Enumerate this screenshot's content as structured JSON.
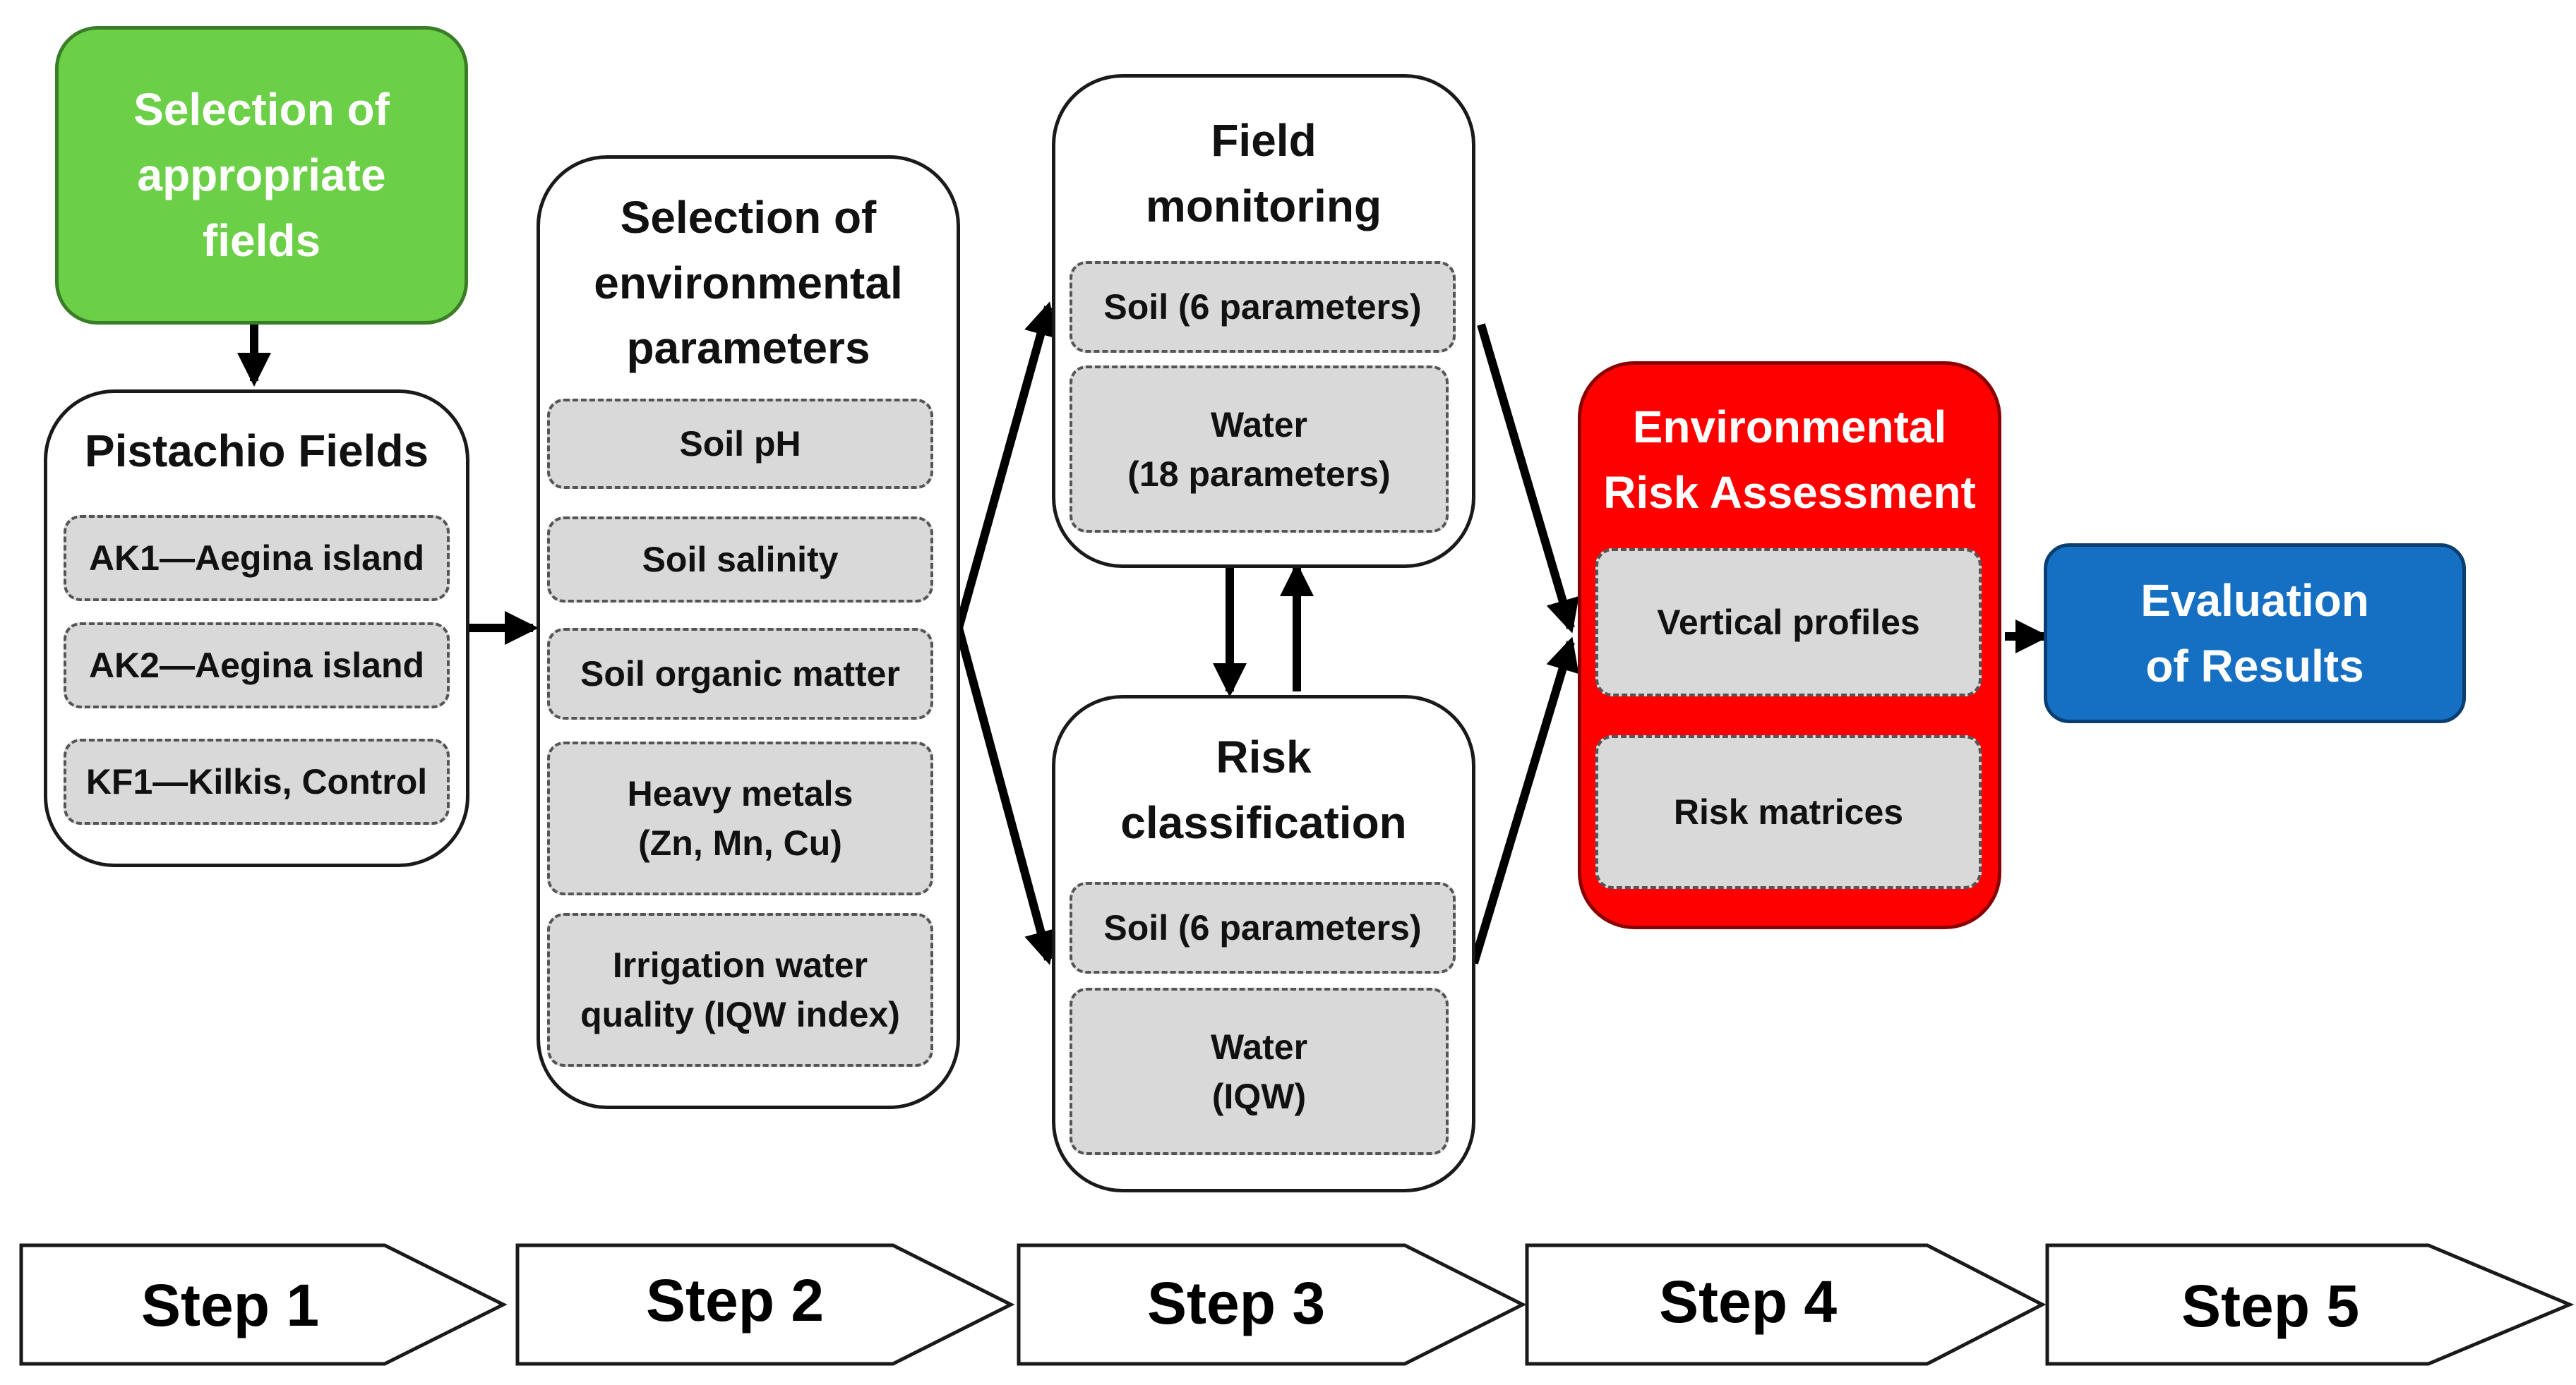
{
  "colors": {
    "green": "#6ccf48",
    "red": "#ff0000",
    "blue": "#1570c4",
    "sub_fill": "#d9d9d9"
  },
  "selection_box": {
    "title": "Selection of\nappropriate\nfields"
  },
  "pistachio_box": {
    "title": "Pistachio Fields",
    "items": [
      "AK1—Aegina island",
      "AK2—Aegina island",
      "KF1—Kilkis, Control"
    ]
  },
  "env_params_box": {
    "title": "Selection of\nenvironmental\nparameters",
    "items": [
      "Soil pH",
      "Soil salinity",
      "Soil organic matter",
      "Heavy metals\n(Zn, Mn, Cu)",
      "Irrigation water\nquality (IQW index)"
    ]
  },
  "field_monitoring_box": {
    "title": "Field\nmonitoring",
    "items": [
      "Soil  (6 parameters)",
      "Water\n(18 parameters)"
    ]
  },
  "risk_class_box": {
    "title": "Risk\nclassification",
    "items": [
      "Soil  (6 parameters)",
      "Water\n(IQW)"
    ]
  },
  "era_box": {
    "title": "Environmental\nRisk Assessment",
    "items": [
      "Vertical profiles",
      "Risk matrices"
    ]
  },
  "evaluation_box": {
    "title": "Evaluation\nof Results"
  },
  "steps": [
    "Step 1",
    "Step 2",
    "Step 3",
    "Step 4",
    "Step 5"
  ]
}
